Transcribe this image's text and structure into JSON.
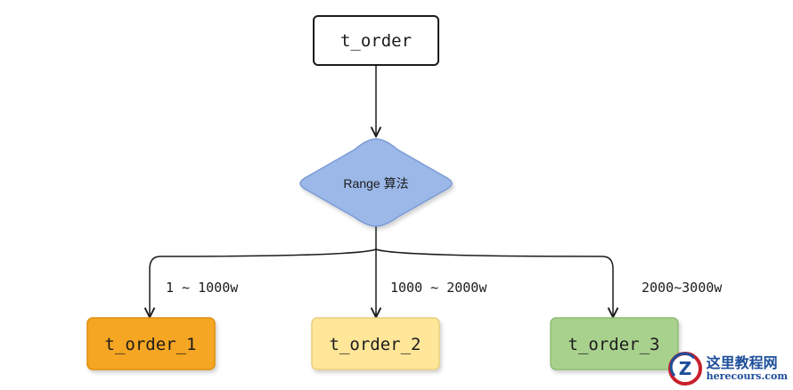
{
  "diagram": {
    "root": {
      "label": "t_order"
    },
    "router": {
      "label": "Range 算法"
    },
    "shards": [
      {
        "label": "t_order_1",
        "range": "1 ~ 1000w",
        "fill": "#f5a623",
        "stroke": "#e08e0b"
      },
      {
        "label": "t_order_2",
        "range": "1000 ~ 2000w",
        "fill": "#ffe699",
        "stroke": "#e8cf7a"
      },
      {
        "label": "t_order_3",
        "range": "2000~3000w",
        "fill": "#a9d18e",
        "stroke": "#8fbc73"
      }
    ],
    "colors": {
      "router_fill": "#9bb8e8",
      "router_stroke": "#7a9bd6",
      "line": "#1c1c1c"
    }
  },
  "watermark": {
    "title": "这里教程网",
    "url": "herecours.com",
    "icon": "z-logo-icon"
  }
}
